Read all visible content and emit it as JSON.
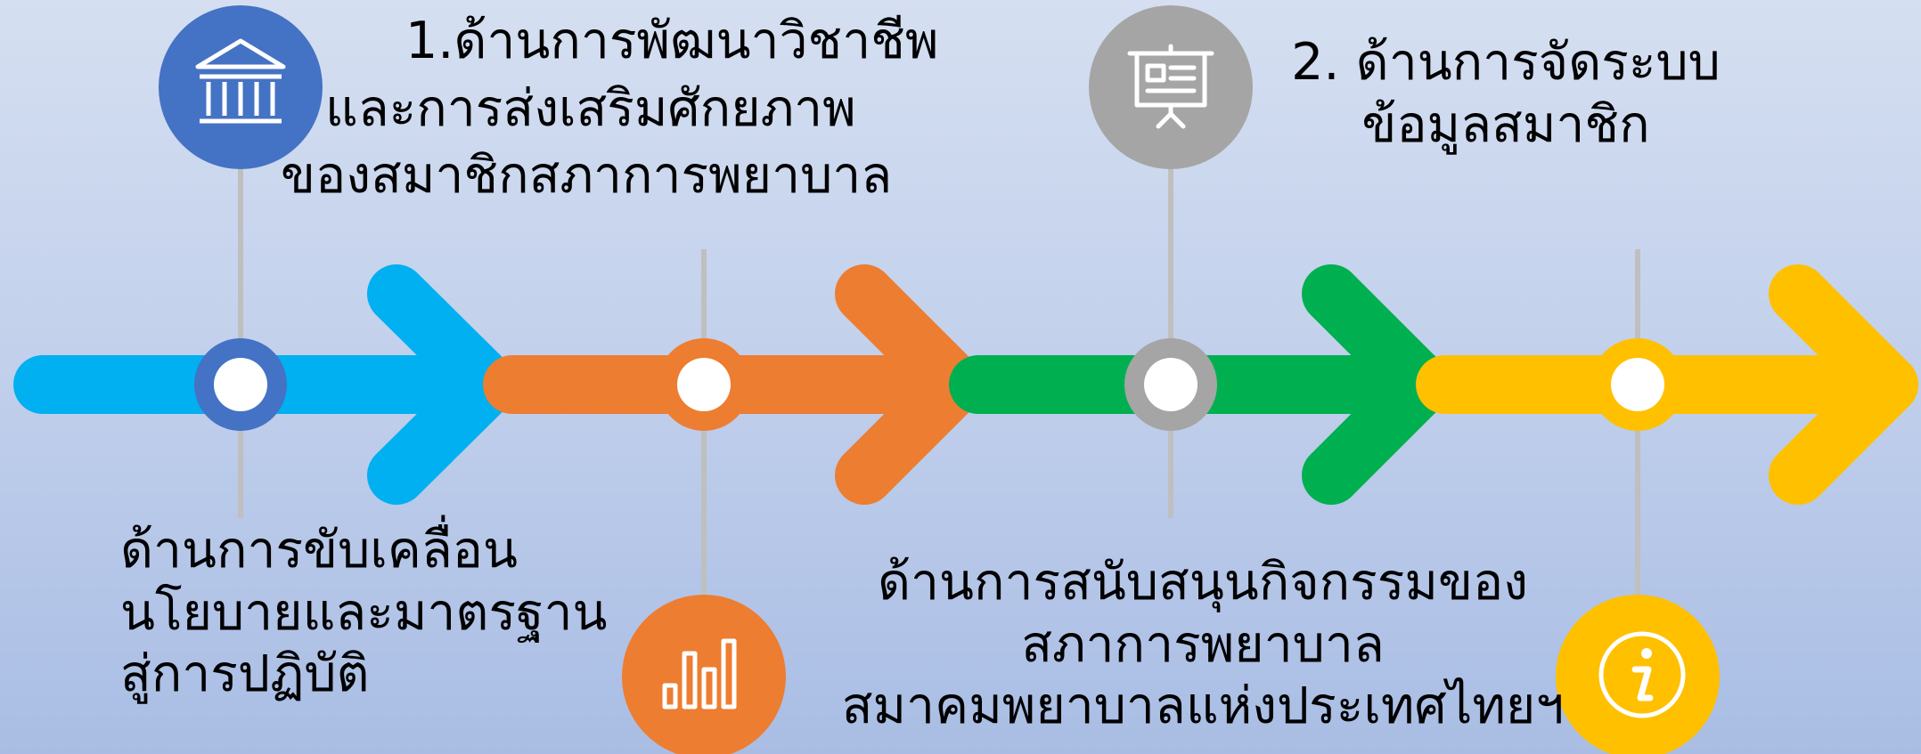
{
  "diagram": {
    "segments": [
      {
        "color": "#00b0f0"
      },
      {
        "color": "#ed7d31"
      },
      {
        "color": "#00b050"
      },
      {
        "color": "#ffc000"
      }
    ],
    "nodes": [
      {
        "ring_color": "#4472c4",
        "icon": "bank-icon",
        "icon_circle_color": "#4472c4",
        "position": "top"
      },
      {
        "ring_color": "#ed7d31",
        "icon": "bar-chart-icon",
        "icon_circle_color": "#ed7d31",
        "position": "bottom"
      },
      {
        "ring_color": "#a5a5a5",
        "icon": "presentation-board-icon",
        "icon_circle_color": "#a5a5a5",
        "position": "top"
      },
      {
        "ring_color": "#ffc000",
        "icon": "info-icon",
        "icon_circle_color": "#ffc000",
        "position": "bottom"
      }
    ],
    "connector_color": "#bfbfbf"
  },
  "labels": {
    "item1": {
      "line1": "1.ด้านการพัฒนาวิชาชีพ",
      "line2": "และการส่งเสริมศักยภาพ",
      "line3": "ของสมาชิกสภาการพยาบาล"
    },
    "item2": {
      "line1": "2. ด้านการจัดระบบ",
      "line2": "ข้อมูลสมาชิก"
    },
    "item3": {
      "line1": "ด้านการขับเคลื่อน",
      "line2": "นโยบายและมาตรฐาน",
      "line3": "สู่การปฏิบัติ"
    },
    "item4": {
      "line1": "ด้านการสนับสนุนกิจกรรมของ",
      "line2": "สภาการพยาบาล",
      "line3": "สมาคมพยาบาลแห่งประเทศไทยฯ"
    }
  }
}
